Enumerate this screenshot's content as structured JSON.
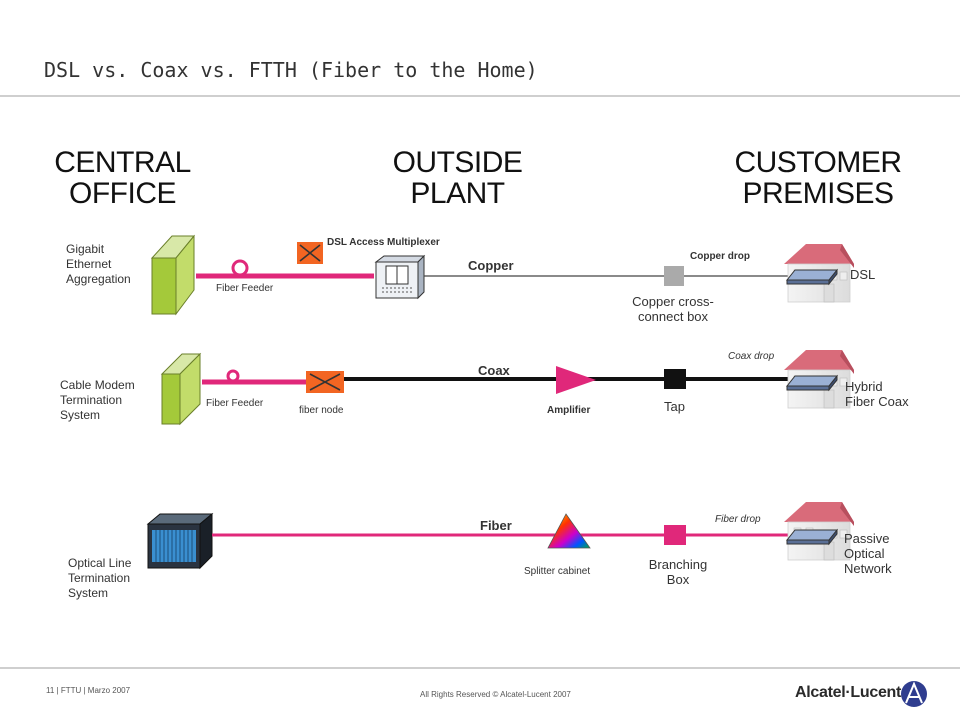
{
  "title": "DSL vs. Coax vs. FTTH (Fiber to the Home)",
  "columns": {
    "central_office": [
      "CENTRAL",
      "OFFICE"
    ],
    "outside_plant": [
      "OUTSIDE",
      "PLANT"
    ],
    "customer_premises": [
      "CUSTOMER",
      "PREMISES"
    ]
  },
  "row_dsl": {
    "co_label": [
      "Gigabit",
      "Ethernet",
      "Aggregation"
    ],
    "feeder": "Fiber Feeder",
    "dslam": "DSL Access Multiplexer",
    "medium": "Copper",
    "cross_connect": [
      "Copper cross-",
      "connect box"
    ],
    "drop": "Copper drop",
    "premise": "DSL"
  },
  "row_coax": {
    "co_label": [
      "Cable Modem",
      "Termination",
      "System"
    ],
    "feeder": "Fiber Feeder",
    "node": "fiber node",
    "medium": "Coax",
    "amplifier": "Amplifier",
    "tap": "Tap",
    "drop": "Coax drop",
    "premise": [
      "Hybrid",
      "Fiber Coax"
    ]
  },
  "row_fiber": {
    "co_label": [
      "Optical Line",
      "Termination",
      "System"
    ],
    "medium": "Fiber",
    "splitter": "Splitter cabinet",
    "branching": [
      "Branching",
      "Box"
    ],
    "drop": "Fiber drop",
    "premise": [
      "Passive",
      "Optical",
      "Network"
    ]
  },
  "footer": {
    "left": "11 | FTTU | Marzo 2007",
    "center": "All Rights Reserved © Alcatel-Lucent 2007",
    "brand": "Alcatel·Lucent"
  },
  "colors": {
    "fiber": "#e0287a",
    "copper_line": "#444444",
    "node_orange": "#f26522",
    "switch_green": "#a4c93a",
    "house_roof": "#d96b7a"
  }
}
